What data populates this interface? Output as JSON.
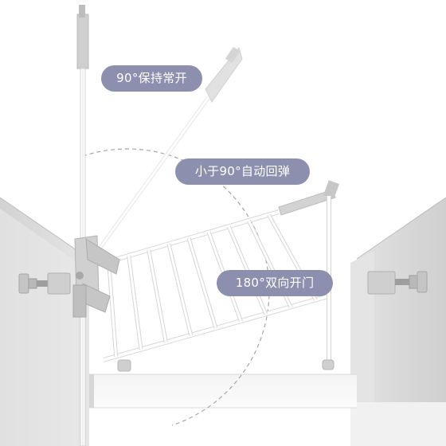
{
  "labels": {
    "hold_open": "90°保持常开",
    "auto_return": "小于90°自动回弹",
    "bidirectional": "180°双向开门"
  },
  "colors": {
    "label_bg": "#8c8fae",
    "label_text": "#ffffff",
    "wall_shadow": "#cfcfcf",
    "wall_light": "#eeeeee",
    "gate_frame": "#ffffff",
    "gate_outline": "#d5d5d5",
    "hardware": "#c9c9c9",
    "arc_dash": "#aaaaaa"
  }
}
